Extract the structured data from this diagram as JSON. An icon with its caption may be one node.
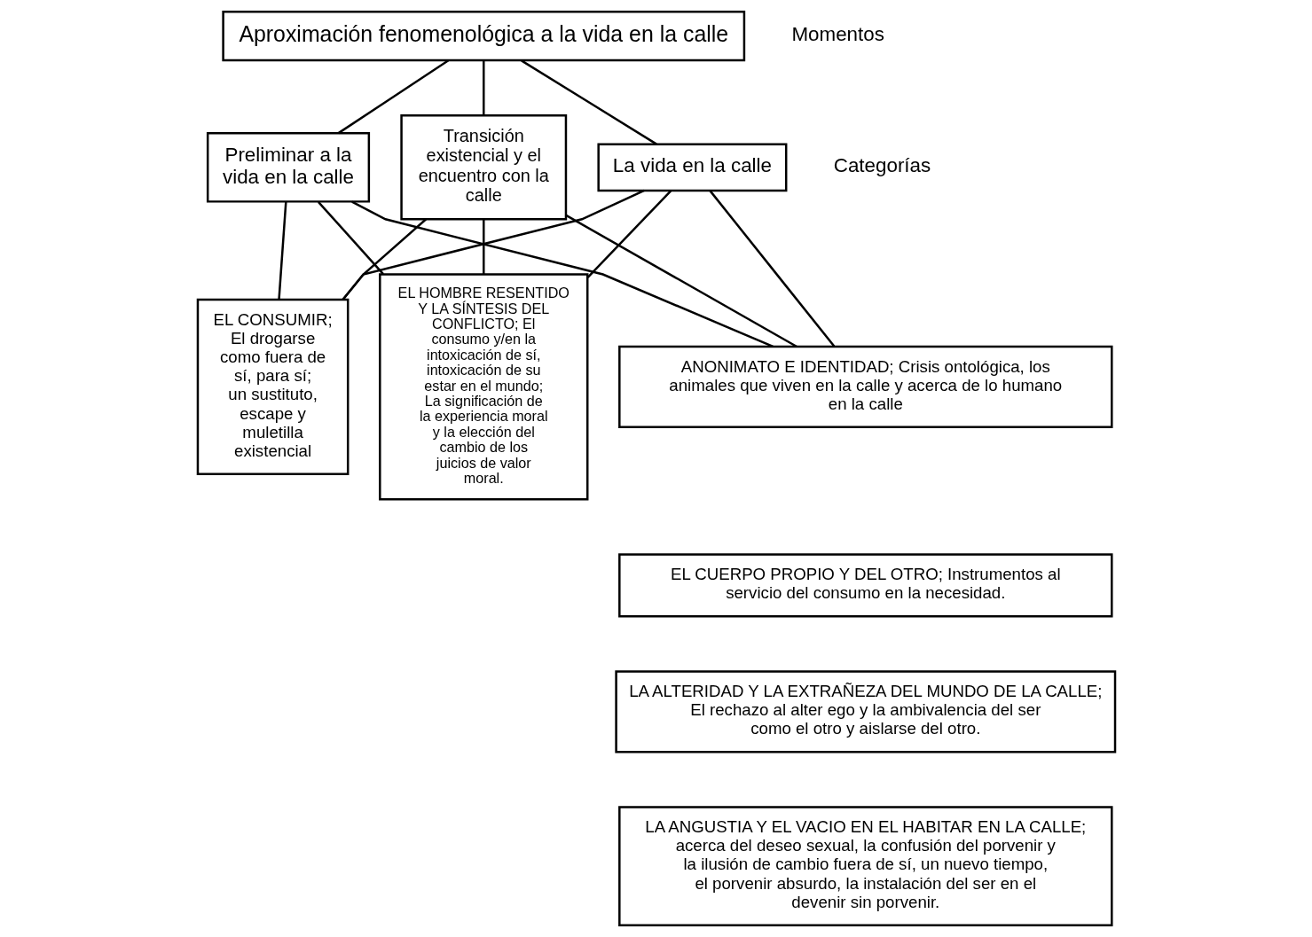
{
  "diagram": {
    "nodes": [
      {
        "text": [
          "Aproximación fenomenológica a la vida en la calle"
        ]
      },
      {
        "text": [
          "Preliminar a la vida en la calle"
        ]
      },
      {
        "text": [
          "Transición existencial y el encuentro con la calle"
        ]
      },
      {
        "text": [
          "La vida en la calle"
        ]
      },
      {
        "text": [
          "EL CONSUMIR; El drogarse como fuera de sí, para sí; un sustituto, escape y muletilla existencial"
        ]
      },
      {
        "text": [
          "EL HOMBRE RESENTIDO Y LA SÍNTESIS DEL CONFLICTO; El consumo y/en la intoxicación de sí, intoxicación de su estar en el mundo; La significación de la experiencia moral y la elección del cambio de los juicios de valor moral."
        ]
      },
      {
        "text": [
          "ANONIMATO E IDENTIDAD; Crisis ontológica, los animales que viven en la calle y acerca de lo humano en la calle"
        ]
      },
      {
        "text": [
          "EL CUERPO PROPIO Y DEL OTRO; Instrumentos al servicio del consumo en la necesidad."
        ]
      },
      {
        "text": [
          "LA ALTERIDAD Y LA EXTRAÑEZA DEL MUNDO DE LA CALLE; El rechazo al alter ego y la ambivalencia del ser como el otro y aislarse del otro."
        ]
      },
      {
        "text": [
          "LA ANGUSTIA Y EL VACIO EN EL HABITAR EN LA CALLE; acerca del deseo sexual, la confusión del porvenir y la ilusión de cambio fuera de sí, un nuevo tiempo, el porvenir absurdo, la instalación del ser en el devenir sin porvenir."
        ]
      }
    ],
    "edges": [
      {
        "from": 0,
        "to": 1,
        "arrow": "none"
      },
      {
        "from": 0,
        "to": 2,
        "arrow": "none"
      },
      {
        "from": 0,
        "to": 3,
        "arrow": "none"
      },
      {
        "from": 1,
        "to": 4,
        "arrow": "none"
      },
      {
        "from": 1,
        "to": 5,
        "arrow": "none"
      },
      {
        "from": 1,
        "to": 6,
        "arrow": "none"
      },
      {
        "from": 2,
        "to": 4,
        "arrow": "none"
      },
      {
        "from": 2,
        "to": 5,
        "arrow": "none"
      },
      {
        "from": 2,
        "to": 6,
        "arrow": "none"
      },
      {
        "from": 3,
        "to": 4,
        "arrow": "none"
      },
      {
        "from": 3,
        "to": 5,
        "arrow": "none"
      },
      {
        "from": 3,
        "to": 6,
        "arrow": "none"
      }
    ],
    "labels": [
      "Momentos",
      "Categorías"
    ]
  }
}
